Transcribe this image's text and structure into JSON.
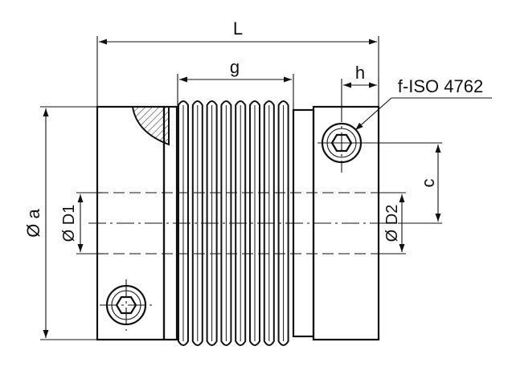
{
  "labels": {
    "length_L": "L",
    "bellows_g": "g",
    "screw_h": "h",
    "screw_spec": "f-ISO 4762",
    "distance_c": "c",
    "outer_dia": "Ø a",
    "bore_d1": "Ø D1",
    "bore_d2": "Ø D2"
  },
  "colors": {
    "line": "#111111",
    "hatch_fill": "#ffffff"
  },
  "icons": {
    "screw": "hex-socket-screw-icon",
    "arrow": "dimension-arrow-icon"
  }
}
